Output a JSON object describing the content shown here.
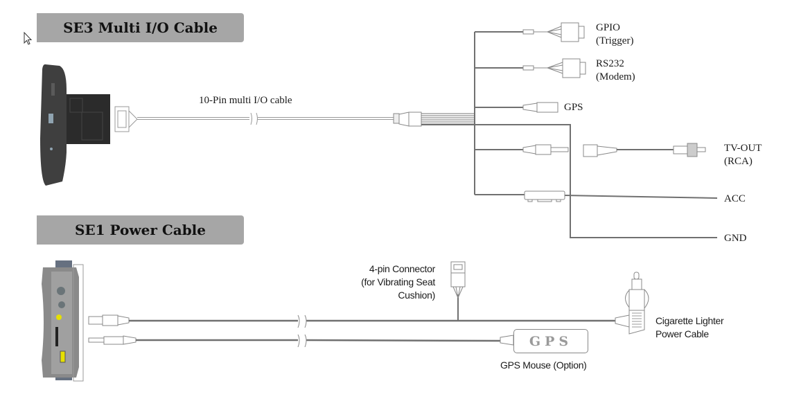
{
  "sections": {
    "se3": {
      "title": "SE3 Multi I/O Cable",
      "cable_label": "10-Pin multi I/O cable",
      "outputs": [
        {
          "name": "gpio",
          "label": "GPIO\n(Trigger)"
        },
        {
          "name": "rs232",
          "label": "RS232\n(Modem)"
        },
        {
          "name": "gps",
          "label": "GPS"
        },
        {
          "name": "tv-out",
          "label": "TV-OUT\n(RCA)"
        },
        {
          "name": "acc",
          "label": "ACC"
        },
        {
          "name": "gnd",
          "label": "GND"
        }
      ]
    },
    "se1": {
      "title": "SE1 Power Cable",
      "four_pin_label": "4-pin Connector\n(for Vibrating Seat\nCushion)",
      "cigarette_label": "Cigarette Lighter\nPower Cable",
      "gps_box_text": "GPS",
      "gps_mouse_label": "GPS Mouse (Option)"
    }
  },
  "icons": {
    "cursor": "mouse-pointer-icon"
  },
  "colors": {
    "banner": "#a6a6a6",
    "wire": "#707070",
    "device_dark": "#3a3a3a",
    "device_grey": "#8a8a8a",
    "led_yellow": "#e6e000"
  }
}
